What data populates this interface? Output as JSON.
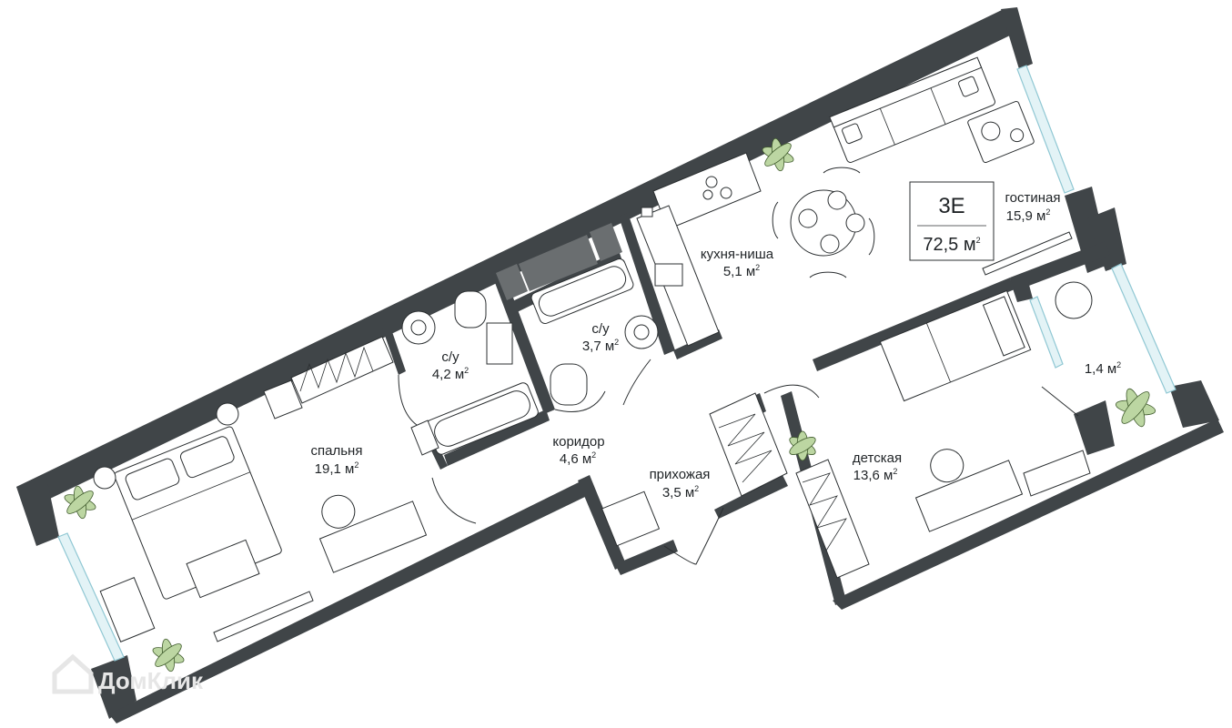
{
  "plan": {
    "unit": {
      "type_label": "3E",
      "total_area": "72,5 м",
      "total_area_sup": "2"
    },
    "rooms": {
      "living": {
        "name": "гостиная",
        "area": "15,9 м",
        "sup": "2"
      },
      "kitchen": {
        "name": "кухня-ниша",
        "area": "5,1 м",
        "sup": "2"
      },
      "bath1": {
        "name": "с/у",
        "area": "4,2 м",
        "sup": "2"
      },
      "bath2": {
        "name": "с/у",
        "area": "3,7 м",
        "sup": "2"
      },
      "corridor": {
        "name": "коридор",
        "area": "4,6 м",
        "sup": "2"
      },
      "hall": {
        "name": "прихожая",
        "area": "3,5 м",
        "sup": "2"
      },
      "bedroom": {
        "name": "спальня",
        "area": "19,1 м",
        "sup": "2"
      },
      "kids": {
        "name": "детская",
        "area": "13,6 м",
        "sup": "2"
      },
      "balcony": {
        "name": "",
        "area": "1,4 м",
        "sup": "2"
      }
    },
    "colors": {
      "wall": "#404548",
      "window": "#e3f3f6",
      "plant": "#bcd6a2"
    }
  },
  "watermark": {
    "text": "ДомКлик",
    "icon": "house-logo-icon"
  }
}
